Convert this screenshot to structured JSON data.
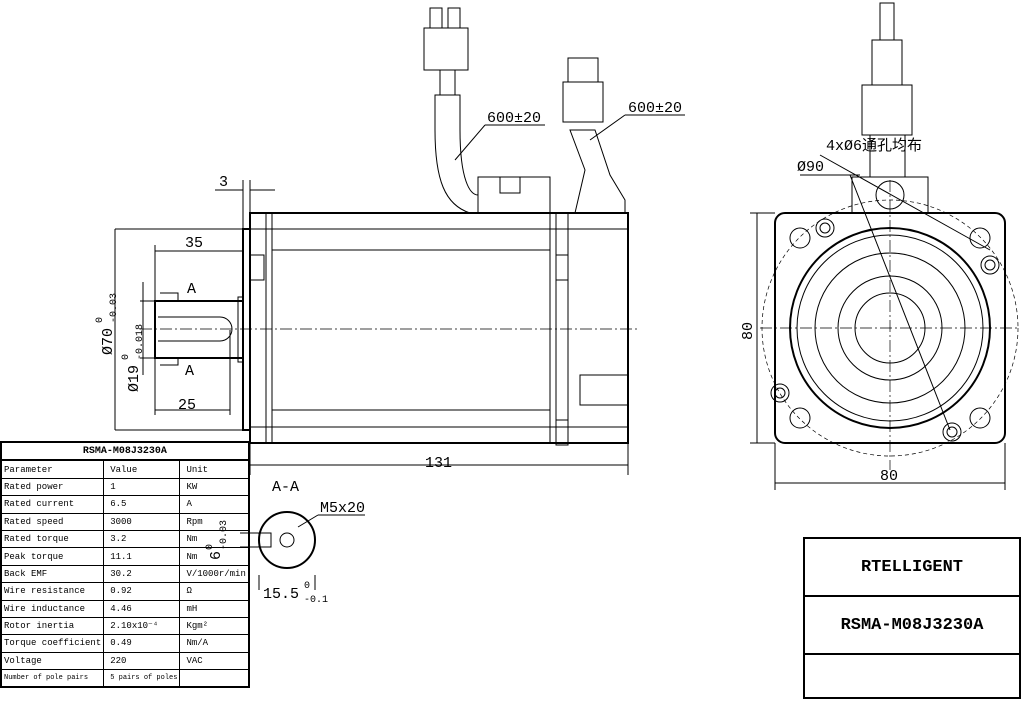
{
  "drawing": {
    "side_view": {
      "dim_flange_thickness": "3",
      "dim_shaft_length": "35",
      "dim_key_length": "25",
      "dim_body_length": "131",
      "dim_pilot_dia": "Ø70",
      "dim_pilot_tol_upper": "0",
      "dim_pilot_tol_lower": "-0.03",
      "dim_shaft_dia": "Ø19",
      "dim_shaft_tol_upper": "0",
      "dim_shaft_tol_lower": "-0.018",
      "section_mark_top": "A",
      "section_mark_bottom": "A",
      "cable_length_1": "600±20",
      "cable_length_2": "600±20"
    },
    "front_view": {
      "holes_note": "4xØ6通孔均布",
      "pcd": "Ø90",
      "height": "80",
      "width": "80"
    },
    "section_view": {
      "title": "A-A",
      "thread": "M5x20",
      "key_width": "6",
      "key_tol_upper": "0",
      "key_tol_lower": "-0.03",
      "key_depth": "15.5",
      "key_depth_tol_upper": "0",
      "key_depth_tol_lower": "-0.1"
    }
  },
  "spec_table": {
    "title": "RSMA-M08J3230A",
    "header": [
      "Parameter",
      "Value",
      "Unit"
    ],
    "rows": [
      [
        "Rated power",
        "1",
        "KW"
      ],
      [
        "Rated current",
        "6.5",
        "A"
      ],
      [
        "Rated speed",
        "3000",
        "Rpm"
      ],
      [
        "Rated torque",
        "3.2",
        "Nm"
      ],
      [
        "Peak torque",
        "11.1",
        "Nm"
      ],
      [
        "Back EMF",
        "30.2",
        "V/1000r/min"
      ],
      [
        "Wire resistance",
        "0.92",
        "Ω"
      ],
      [
        "Wire inductance",
        "4.46",
        "mH"
      ],
      [
        "Rotor inertia",
        "2.10x10⁻⁴",
        "Kgm²"
      ],
      [
        "Torque coefficient",
        "0.49",
        "Nm/A"
      ],
      [
        "Voltage",
        "220",
        "VAC"
      ],
      [
        "Number of pole pairs",
        "5 pairs of poles",
        ""
      ]
    ]
  },
  "title_block": {
    "company": "RTELLIGENT",
    "model": "RSMA-M08J3230A",
    "blank": ""
  }
}
